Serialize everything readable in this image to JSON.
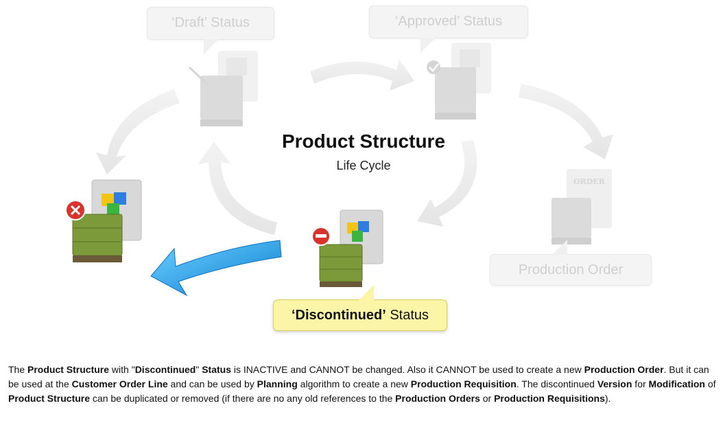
{
  "diagram": {
    "title": "Product Structure",
    "subtitle": "Life Cycle",
    "states": {
      "draft": {
        "label_quote": "‘Draft’",
        "label_word": "Status"
      },
      "approved": {
        "label_quote": "‘Approved’",
        "label_word": "Status"
      },
      "production": {
        "label": "Production Order",
        "doc_label": "ORDER"
      },
      "discontinued": {
        "label_quote": "‘Discontinued’",
        "label_word": "Status"
      }
    },
    "colors": {
      "active_bubble": "#fbf6a7",
      "arrow_active": "#1c9be6",
      "faded": "#e9e9e9",
      "box_green": "#7c9a3a"
    }
  },
  "description": {
    "segments": [
      {
        "t": "The ",
        "b": false
      },
      {
        "t": "Product Structure",
        "b": true
      },
      {
        "t": " with \"",
        "b": false
      },
      {
        "t": "Discontinued",
        "b": true
      },
      {
        "t": "\" ",
        "b": false
      },
      {
        "t": "Status",
        "b": true
      },
      {
        "t": " is INACTIVE and CANNOT be changed.  Also it CANNOT be used to create a new ",
        "b": false
      },
      {
        "t": "Production Order",
        "b": true
      },
      {
        "t": ".  But it can be used at the ",
        "b": false
      },
      {
        "t": "Customer Order Line",
        "b": true
      },
      {
        "t": " and can be used by ",
        "b": false
      },
      {
        "t": "Planning",
        "b": true
      },
      {
        "t": " algorithm to create a new ",
        "b": false
      },
      {
        "t": "Production Requisition",
        "b": true
      },
      {
        "t": ".  The discontinued ",
        "b": false
      },
      {
        "t": "Version",
        "b": true
      },
      {
        "t": " for ",
        "b": false
      },
      {
        "t": "Modification",
        "b": true
      },
      {
        "t": " of ",
        "b": false
      },
      {
        "t": "Product Structure",
        "b": true
      },
      {
        "t": " can be duplicated or removed (if there are no any old references to the ",
        "b": false
      },
      {
        "t": "Production Orders",
        "b": true
      },
      {
        "t": " or ",
        "b": false
      },
      {
        "t": "Production Requisitions",
        "b": true
      },
      {
        "t": ").",
        "b": false
      }
    ]
  }
}
